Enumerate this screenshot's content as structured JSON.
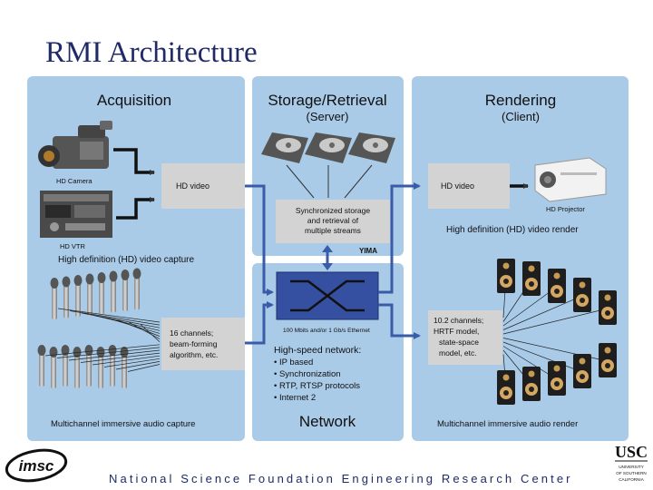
{
  "title": "RMI Architecture",
  "panels": {
    "acquisition": {
      "title": "Acquisition",
      "hd_camera": "HD Camera",
      "hd_vtr": "HD VTR",
      "hd_video_box": "HD video",
      "hd_caption": "High definition (HD) video capture",
      "channels_box": [
        "16 channels;",
        "beam-forming",
        "algorithm, etc."
      ],
      "audio_caption": "Multichannel immersive audio capture"
    },
    "storage": {
      "title": "Storage/Retrieval",
      "subtitle": "(Server)",
      "sync_box": [
        "Synchronized storage",
        "and retrieval of",
        "multiple streams"
      ],
      "yima": "YIMA"
    },
    "network": {
      "ethernet": "100 Mbits and/or 1 Gb/s Ethernet",
      "heading": "High-speed network:",
      "bullets": [
        "• IP based",
        "• Synchronization",
        "• RTP, RTSP protocols",
        "• Internet 2"
      ],
      "title": "Network"
    },
    "rendering": {
      "title": "Rendering",
      "subtitle": "(Client)",
      "hd_video_box": "HD video",
      "projector": "HD Projector",
      "hd_caption": "High definition (HD) video render",
      "channels_box": [
        "10.2 channels;",
        "HRTF model,",
        "state-space",
        "model, etc."
      ],
      "audio_caption": "Multichannel immersive audio render"
    }
  },
  "footer": "National Science Foundation Engineering Research Center",
  "logos": {
    "imsc": "imsc",
    "usc": "USC",
    "usc_sub": [
      "UNIVERSITY",
      "OF SOUTHERN",
      "CALIFORNIA"
    ]
  },
  "colors": {
    "panel": "#a9cbe8",
    "box": "#d3d3d3",
    "arrow": "#3a5ba8",
    "switch": "#3550a0",
    "title": "#1f2a66"
  }
}
